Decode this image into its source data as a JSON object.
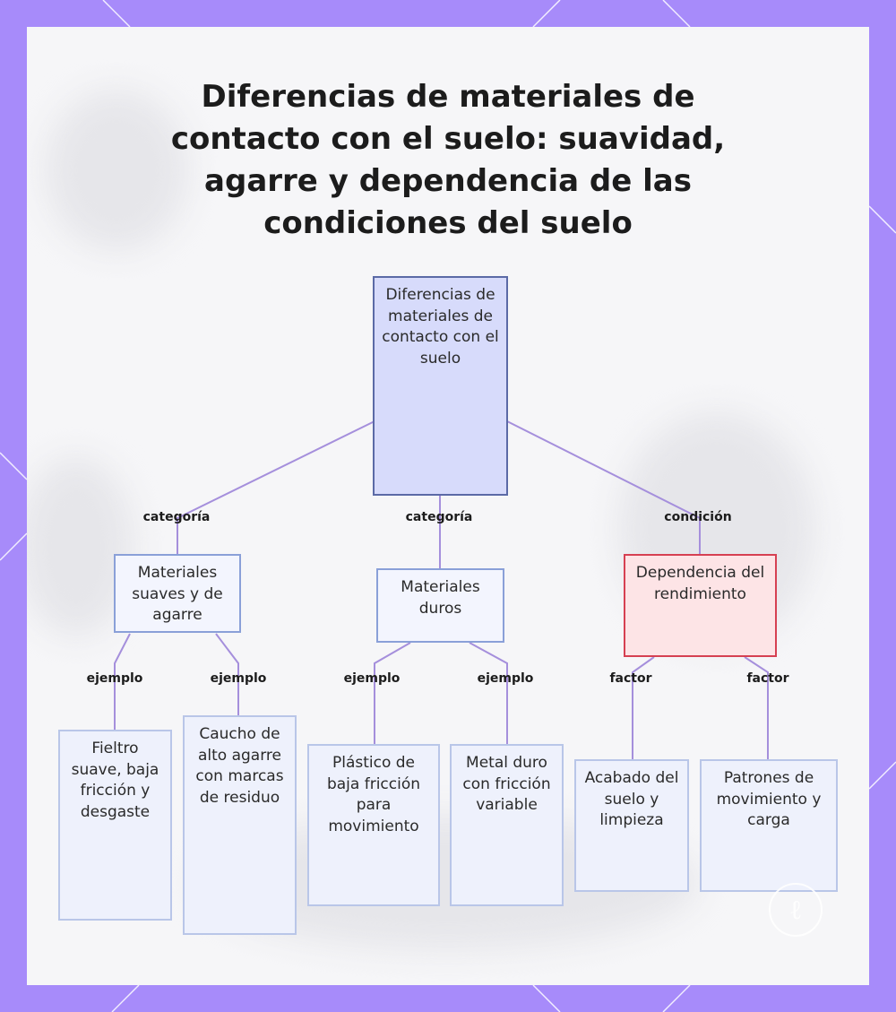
{
  "title": "Diferencias de materiales de contacto con el suelo: suavidad, agarre y dependencia de las condiciones del suelo",
  "colors": {
    "frame": "#a78bfa",
    "edge": "#a58fdc",
    "root_fill": "#d7dbfb",
    "alert_border": "#d64052"
  },
  "nodes": {
    "root": "Diferencias de materiales de contacto con el suelo",
    "soft": "Materiales suaves y de agarre",
    "hard": "Materiales duros",
    "dependence": "Dependencia del rendimiento",
    "felt": "Fieltro suave, baja fricción y desgaste",
    "rubber": "Caucho de alto agarre con marcas de residuo",
    "plastic": "Plástico de baja fricción para movimiento",
    "metal": "Metal duro con fricción variable",
    "finish": "Acabado del suelo y limpieza",
    "patterns": "Patrones de movimiento y carga"
  },
  "edge_labels": {
    "root_soft": "categoría",
    "root_hard": "categoría",
    "root_dep": "condición",
    "soft_felt": "ejemplo",
    "soft_rubber": "ejemplo",
    "hard_plastic": "ejemplo",
    "hard_metal": "ejemplo",
    "dep_finish": "factor",
    "dep_patterns": "factor"
  },
  "watermark_icon": "logo-seal-icon"
}
